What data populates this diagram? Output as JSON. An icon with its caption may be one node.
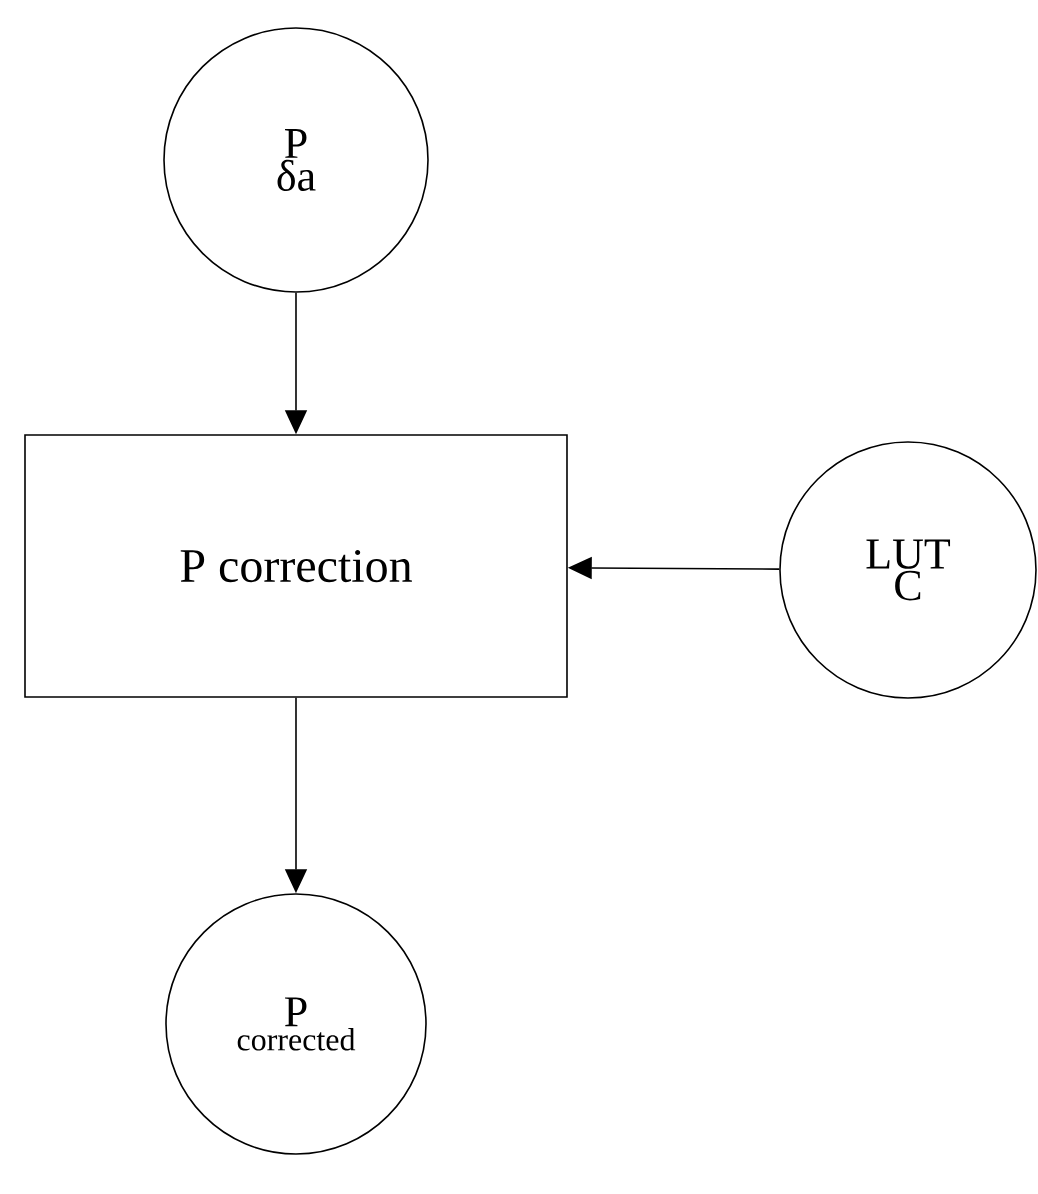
{
  "diagram": {
    "nodes": [
      {
        "text": [
          "P",
          "δa"
        ]
      },
      {
        "text": [
          "P correction"
        ]
      },
      {
        "text": [
          "LUT",
          "C"
        ]
      },
      {
        "text": [
          "P",
          "corrected"
        ]
      }
    ],
    "edges": [
      {
        "from": 0,
        "to": 1,
        "arrow": "to"
      },
      {
        "from": 2,
        "to": 1,
        "arrow": "to"
      },
      {
        "from": 1,
        "to": 3,
        "arrow": "to"
      }
    ]
  }
}
